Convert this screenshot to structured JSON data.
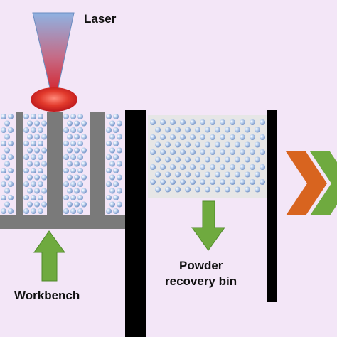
{
  "labels": {
    "laser": "Laser",
    "workbench": "Workbench",
    "powder_bin_line1": "Powder",
    "powder_bin_line2": "recovery bin"
  },
  "colors": {
    "background": "#f3e6f7",
    "wall": "#7a7a7a",
    "frame": "#000000",
    "bin_fill": "#e6e6e6",
    "arrow_green": "#6faa3f",
    "arrow_orange": "#d8641f",
    "laser_beam_top": "#8fb2e2",
    "laser_beam_bottom": "#d5222a",
    "particle": "#a9c4e8"
  },
  "icons": [
    "laser-beam",
    "laser-spot",
    "up-arrow",
    "down-arrow",
    "chevron-arrows"
  ]
}
